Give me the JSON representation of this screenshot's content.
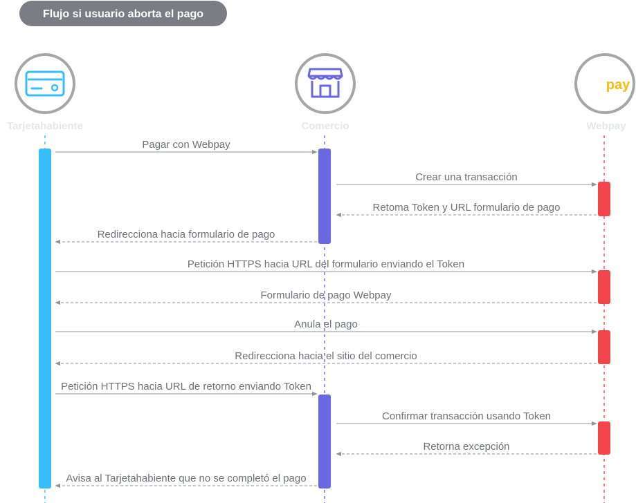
{
  "title": "Flujo si usuario aborta el pago",
  "colors": {
    "title_bg": "#7a7d83",
    "circle_stroke": "#a3a6ab",
    "cardholder": "#38bdf8",
    "commerce": "#6968e0",
    "webpay": "#f2444b",
    "webpay_logo": "#f5be16",
    "arrow": "#8f939a",
    "message_text": "#6e7178",
    "actor_label": "#e4e6e9"
  },
  "actors": [
    {
      "key": "cardholder",
      "label": "Tarjetahabiente",
      "icon": "credit-card-icon"
    },
    {
      "key": "commerce",
      "label": "Comercio",
      "icon": "storefront-icon"
    },
    {
      "key": "webpay",
      "label": "Webpay",
      "icon": "webpay-logo-icon",
      "logo_text": "pay"
    }
  ],
  "messages": [
    {
      "from": "cardholder",
      "to": "commerce",
      "style": "solid",
      "label": "Pagar con Webpay"
    },
    {
      "from": "commerce",
      "to": "webpay",
      "style": "solid",
      "label": "Crear una transacción"
    },
    {
      "from": "webpay",
      "to": "commerce",
      "style": "dashed",
      "label": "Retoma Token y URL formulario de pago"
    },
    {
      "from": "commerce",
      "to": "cardholder",
      "style": "dashed",
      "label": "Redirecciona hacia formulario de pago"
    },
    {
      "from": "cardholder",
      "to": "webpay",
      "style": "solid",
      "label": "Petición HTTPS hacia URL del formulario enviando el Token"
    },
    {
      "from": "webpay",
      "to": "cardholder",
      "style": "dashed",
      "label": "Formulario  de pago Webpay"
    },
    {
      "from": "cardholder",
      "to": "webpay",
      "style": "solid",
      "label": "Anula el pago"
    },
    {
      "from": "webpay",
      "to": "cardholder",
      "style": "dashed",
      "label": "Redirecciona hacia el sitio del comercio"
    },
    {
      "from": "cardholder",
      "to": "commerce",
      "style": "solid",
      "label": "Petición HTTPS hacia URL de retorno enviando Token"
    },
    {
      "from": "commerce",
      "to": "webpay",
      "style": "solid",
      "label": "Confirmar transacción usando Token"
    },
    {
      "from": "webpay",
      "to": "commerce",
      "style": "dashed",
      "label": "Retorna excepción"
    },
    {
      "from": "commerce",
      "to": "cardholder",
      "style": "dashed",
      "label": "Avisa al Tarjetahabiente que no se completó el pago"
    }
  ]
}
